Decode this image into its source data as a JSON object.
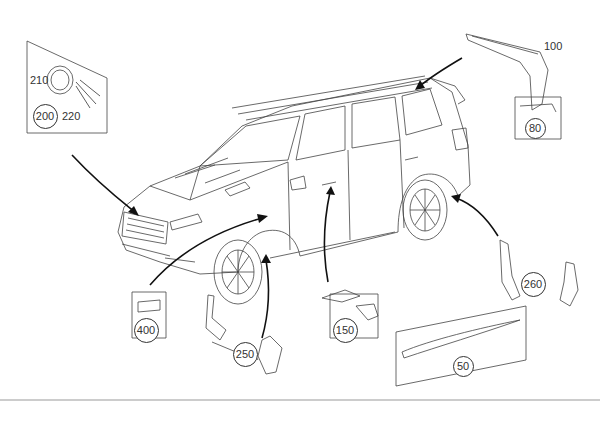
{
  "diagram": {
    "nodes": [
      {
        "text": [
          "210",
          "220"
        ]
      },
      {
        "text": [
          "200"
        ],
        "in": 0
      },
      {
        "text": [
          "80"
        ]
      },
      {
        "text": [
          "260"
        ]
      },
      {
        "text": [
          "400"
        ]
      },
      {
        "text": [
          "250"
        ]
      },
      {
        "text": [
          "150"
        ]
      },
      {
        "text": [
          "50"
        ]
      }
    ],
    "labels": [
      "100"
    ]
  }
}
